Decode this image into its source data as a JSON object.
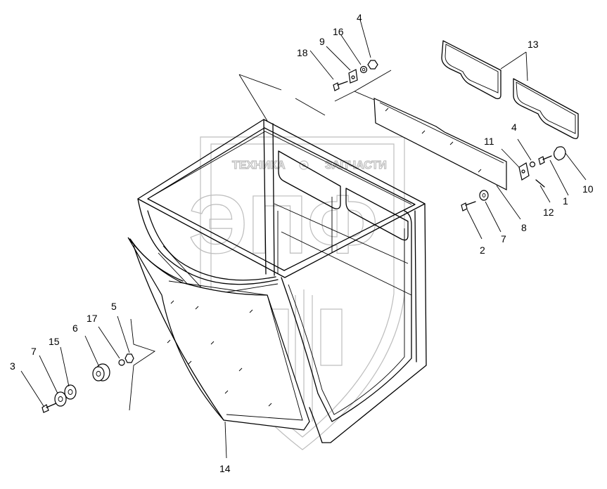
{
  "watermark": {
    "brand_top": "ТЕХНИКА",
    "brand_top_right": "ЗАПЧАСТИ",
    "monogram": "ЭПФ",
    "color": "#bdbdbd"
  },
  "callouts": [
    {
      "id": "c1",
      "label": "1"
    },
    {
      "id": "c2",
      "label": "2"
    },
    {
      "id": "c3",
      "label": "3"
    },
    {
      "id": "c4a",
      "label": "4"
    },
    {
      "id": "c4b",
      "label": "4"
    },
    {
      "id": "c5",
      "label": "5"
    },
    {
      "id": "c6",
      "label": "6"
    },
    {
      "id": "c7a",
      "label": "7"
    },
    {
      "id": "c7b",
      "label": "7"
    },
    {
      "id": "c8",
      "label": "8"
    },
    {
      "id": "c9",
      "label": "9"
    },
    {
      "id": "c10",
      "label": "10"
    },
    {
      "id": "c11",
      "label": "11"
    },
    {
      "id": "c12",
      "label": "12"
    },
    {
      "id": "c13",
      "label": "13"
    },
    {
      "id": "c14",
      "label": "14"
    },
    {
      "id": "c15",
      "label": "15"
    },
    {
      "id": "c16",
      "label": "16"
    },
    {
      "id": "c17",
      "label": "17"
    },
    {
      "id": "c18",
      "label": "18"
    }
  ]
}
